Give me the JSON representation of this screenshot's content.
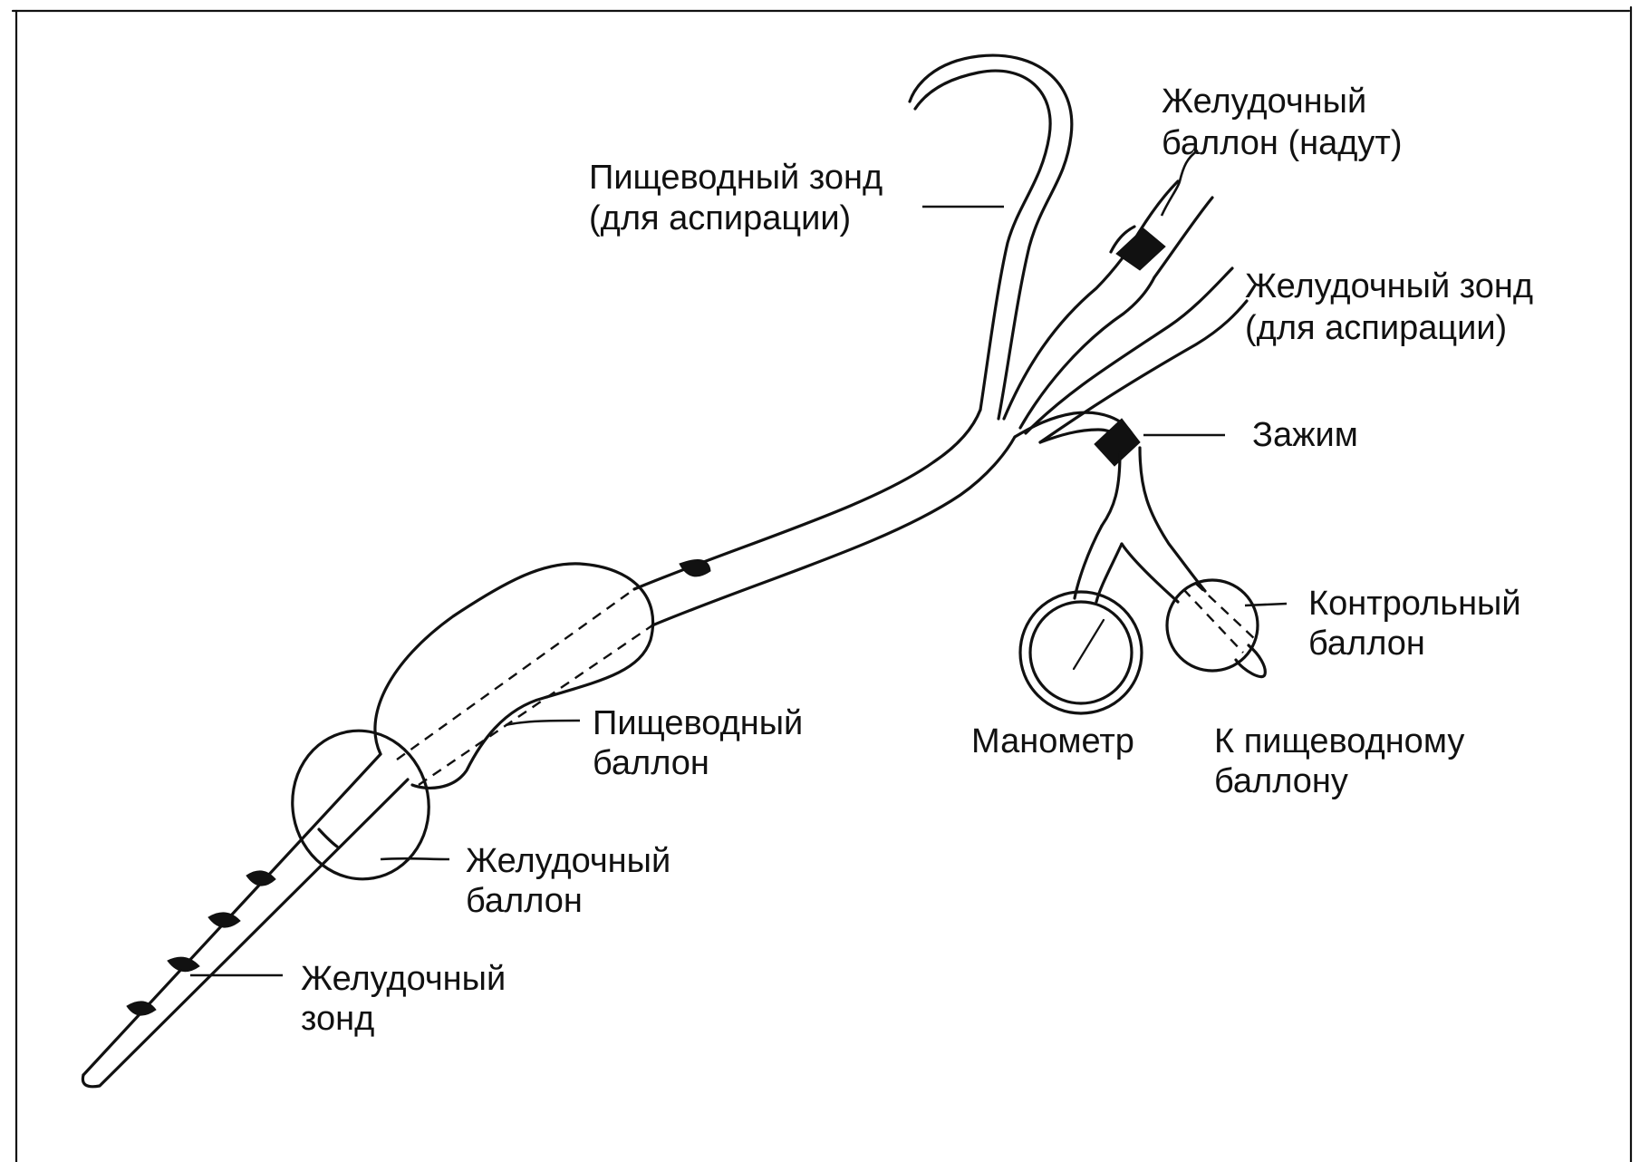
{
  "labels": {
    "esophageal_tube": [
      "Пищеводный зонд",
      "(для аспирации)"
    ],
    "gastric_balloon_inflated": [
      "Желудочный",
      "баллон (надут)"
    ],
    "gastric_tube_aspiration": [
      "Желудочный зонд",
      "(для аспирации)"
    ],
    "clamp": [
      "Зажим"
    ],
    "control_balloon": [
      "Контрольный",
      "баллон"
    ],
    "manometer": [
      "Манометр"
    ],
    "to_esophageal_balloon": [
      "К пищеводному",
      "баллону"
    ],
    "esophageal_balloon": [
      "Пищеводный",
      "баллон"
    ],
    "gastric_balloon": [
      "Желудочный",
      "баллон"
    ],
    "gastric_tube": [
      "Желудочный",
      "зонд"
    ]
  }
}
